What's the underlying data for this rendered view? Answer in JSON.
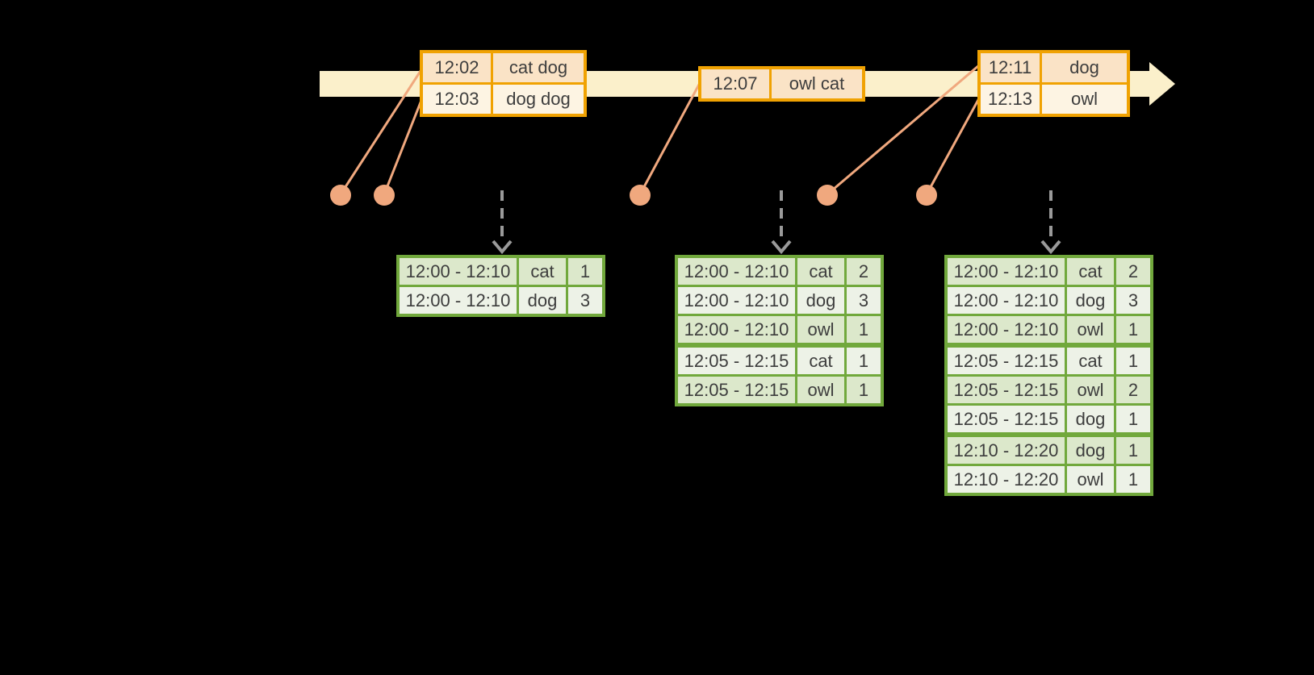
{
  "diagram": {
    "colors": {
      "background": "#000000",
      "timeline_fill": "#FBF0CB",
      "event_table_border": "#F0A202",
      "event_row_dark": "#FAE3C6",
      "event_row_light": "#FDF4E3",
      "connector_and_dot": "#F0A87E",
      "trigger_arrow": "#9A9A9A",
      "result_table_border": "#71A83C",
      "result_row_dark": "#DCE8CB",
      "result_row_light": "#EDF2E7",
      "text": "#3D3D3D"
    },
    "event_tables": [
      {
        "rows": [
          {
            "time": "12:02",
            "words": "cat dog"
          },
          {
            "time": "12:03",
            "words": "dog dog"
          }
        ]
      },
      {
        "rows": [
          {
            "time": "12:07",
            "words": "owl cat"
          }
        ]
      },
      {
        "rows": [
          {
            "time": "12:11",
            "words": "dog"
          },
          {
            "time": "12:13",
            "words": "owl"
          }
        ]
      }
    ],
    "result_tables": [
      {
        "rows": [
          {
            "window": "12:00 - 12:10",
            "word": "cat",
            "count": "1"
          },
          {
            "window": "12:00 - 12:10",
            "word": "dog",
            "count": "3"
          }
        ]
      },
      {
        "rows": [
          {
            "window": "12:00 - 12:10",
            "word": "cat",
            "count": "2"
          },
          {
            "window": "12:00 - 12:10",
            "word": "dog",
            "count": "3"
          },
          {
            "window": "12:00 - 12:10",
            "word": "owl",
            "count": "1"
          },
          {
            "window": "12:05 - 12:15",
            "word": "cat",
            "count": "1"
          },
          {
            "window": "12:05 - 12:15",
            "word": "owl",
            "count": "1"
          }
        ]
      },
      {
        "rows": [
          {
            "window": "12:00 - 12:10",
            "word": "cat",
            "count": "2"
          },
          {
            "window": "12:00 - 12:10",
            "word": "dog",
            "count": "3"
          },
          {
            "window": "12:00 - 12:10",
            "word": "owl",
            "count": "1"
          },
          {
            "window": "12:05 - 12:15",
            "word": "cat",
            "count": "1"
          },
          {
            "window": "12:05 - 12:15",
            "word": "owl",
            "count": "2"
          },
          {
            "window": "12:05 - 12:15",
            "word": "dog",
            "count": "1"
          },
          {
            "window": "12:10 - 12:20",
            "word": "dog",
            "count": "1"
          },
          {
            "window": "12:10 - 12:20",
            "word": "owl",
            "count": "1"
          }
        ]
      }
    ]
  }
}
